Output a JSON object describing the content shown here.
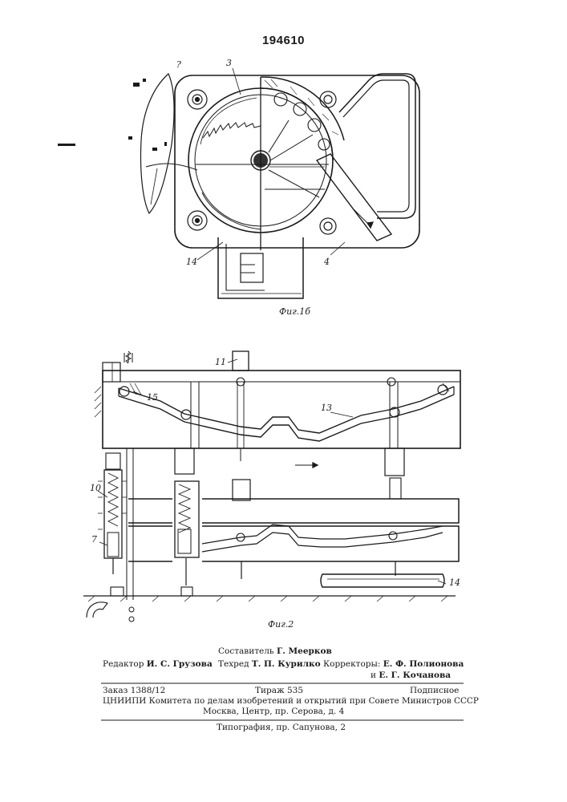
{
  "patent_number": "194610",
  "fig1b": {
    "caption": "Фиг.1б",
    "labels": {
      "l3": "3",
      "l4": "4",
      "l14": "14",
      "lq": "?"
    }
  },
  "fig2": {
    "caption": "Фиг.2",
    "labels": {
      "l10": "10",
      "l7": "7",
      "l11": "11",
      "l13": "13",
      "l14": "14",
      "l15": "15"
    }
  },
  "imprint": {
    "compiler_role": "Составитель",
    "compiler_name": "Г. Меерков",
    "editor_role": "Редактор",
    "editor_name": "И. С. Грузова",
    "techred_role": "Техред",
    "techred_name": "Т. П. Курилко",
    "correctors_role": "Корректоры:",
    "corrector1_name": "Е. Ф. Полионова",
    "corrector2_prefix": "и",
    "corrector2_name": "Е. Г. Кочанова",
    "order": "Заказ 1388/12",
    "print_run": "Тираж 535",
    "subscription": "Подписное",
    "institute": "ЦНИИПИ Комитета по делам изобретений и открытий при Совете Министров СССР",
    "address": "Москва, Центр, пр. Серова, д. 4",
    "printer": "Типография, пр. Сапунова, 2"
  }
}
